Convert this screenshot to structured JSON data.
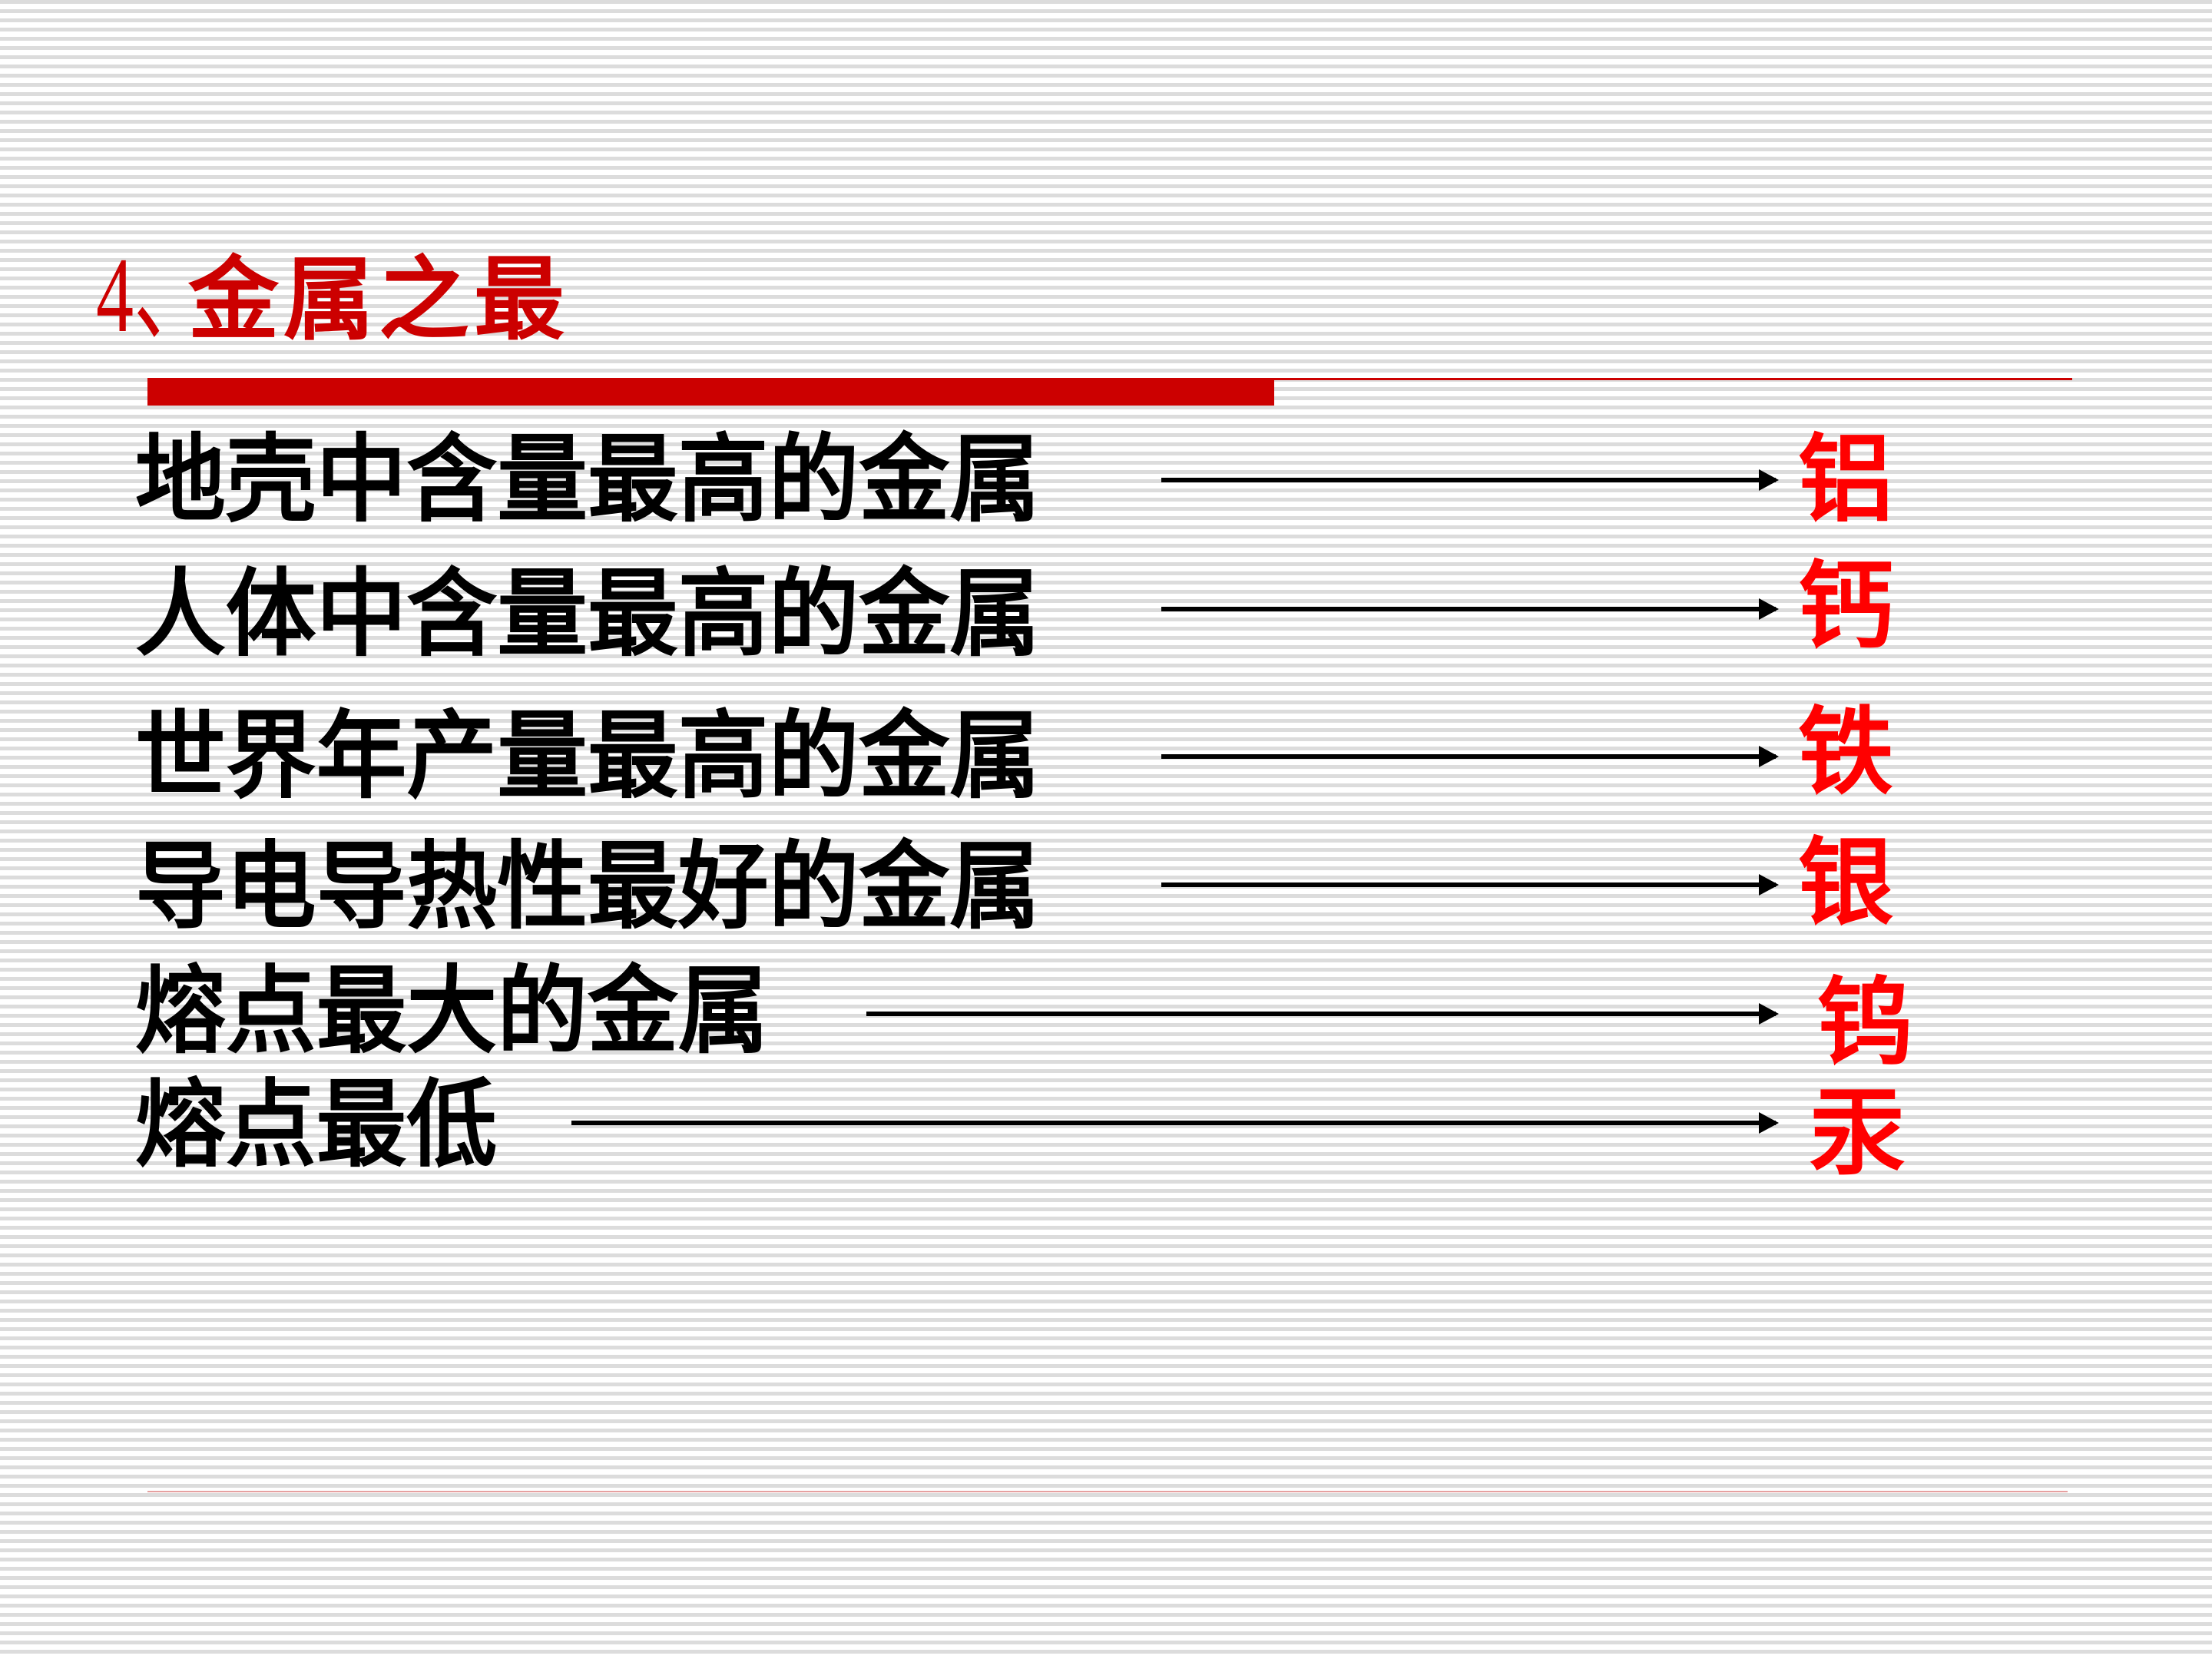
{
  "slide": {
    "title_number": "4、",
    "title_text": "金属之最",
    "accent_color": "#cc0000",
    "answer_color": "#ff0000"
  },
  "rows": [
    {
      "label": "地壳中含量最高的金属",
      "answer": "铝"
    },
    {
      "label": "人体中含量最高的金属",
      "answer": "钙"
    },
    {
      "label": "世界年产量最高的金属",
      "answer": "铁"
    },
    {
      "label": "导电导热性最好的金属",
      "answer": "银"
    },
    {
      "label": "熔点最大的金属",
      "answer": "钨"
    },
    {
      "label": "熔点最低",
      "answer": "汞"
    }
  ]
}
